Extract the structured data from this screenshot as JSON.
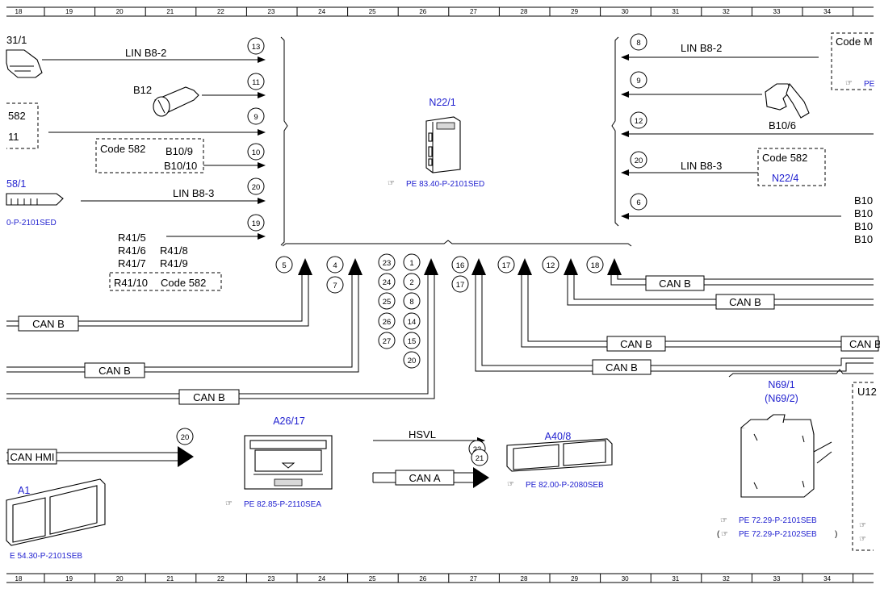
{
  "ruler": {
    "numbers": [
      "18",
      "19",
      "20",
      "21",
      "22",
      "23",
      "24",
      "25",
      "26",
      "27",
      "28",
      "29",
      "30",
      "31",
      "32",
      "33",
      "34"
    ]
  },
  "components": {
    "n22_1": {
      "label": "N22/1",
      "ref": "PE 83.40-P-2101SED"
    },
    "a26_17": {
      "label": "A26/17",
      "ref": "PE 82.85-P-2110SEA"
    },
    "a40_8": {
      "label": "A40/8",
      "ref": "PE 82.00-P-2080SEB"
    },
    "n69_1": {
      "label": "N69/1",
      "label2": "(N69/2)",
      "ref1": "PE 72.29-P-2101SEB",
      "ref2": "PE 72.29-P-2102SEB",
      "paren_open": "(",
      "paren_close": ")"
    },
    "a1": {
      "label": "A1",
      "ref": "E 54.30-P-2101SEB"
    },
    "b12": {
      "label": "B12"
    },
    "b10_6": {
      "label": "B10/6"
    },
    "partial_b31": {
      "label": "31/1"
    },
    "partial_58": {
      "label": "58/1",
      "ref": "0-P-2101SED"
    },
    "partial_u12": {
      "label": "U12"
    },
    "code_box_left": {
      "code": "Code 582",
      "l1": "B10/9",
      "l2": "B10/10"
    },
    "code_box_r41": {
      "r1": "R41/10",
      "code": "Code 582"
    },
    "code_box_n22_4": {
      "code": "Code 582",
      "label": "N22/4"
    },
    "code_box_topright": {
      "code": "Code M",
      "ref": "PE"
    },
    "partial_582": {
      "code": "582",
      "num": "11"
    }
  },
  "signals": {
    "lin_b8_2_left": "LIN B8-2",
    "lin_b8_3_left": "LIN B8-3",
    "lin_b8_2_right": "LIN B8-2",
    "lin_b8_3_right": "LIN B8-3",
    "hsvl": "HSVL",
    "can_a": "CAN A",
    "can_hmi": "CAN HMI",
    "can_b": "CAN B"
  },
  "r41_labels": [
    "R41/5",
    "R41/6",
    "R41/7",
    "R41/8",
    "R41/9"
  ],
  "b10_right": [
    "B10",
    "B10",
    "B10",
    "B10"
  ],
  "pins": {
    "left_side": [
      "13",
      "11",
      "9",
      "10",
      "20",
      "19"
    ],
    "right_side": [
      "8",
      "9",
      "12",
      "20",
      "6"
    ],
    "bottom": [
      "5",
      "4",
      "7",
      "23",
      "24",
      "25",
      "26",
      "27",
      "1",
      "2",
      "8",
      "14",
      "15",
      "20",
      "16",
      "17",
      "17",
      "12",
      "18"
    ],
    "a26": [
      "20",
      "22",
      "21"
    ]
  }
}
